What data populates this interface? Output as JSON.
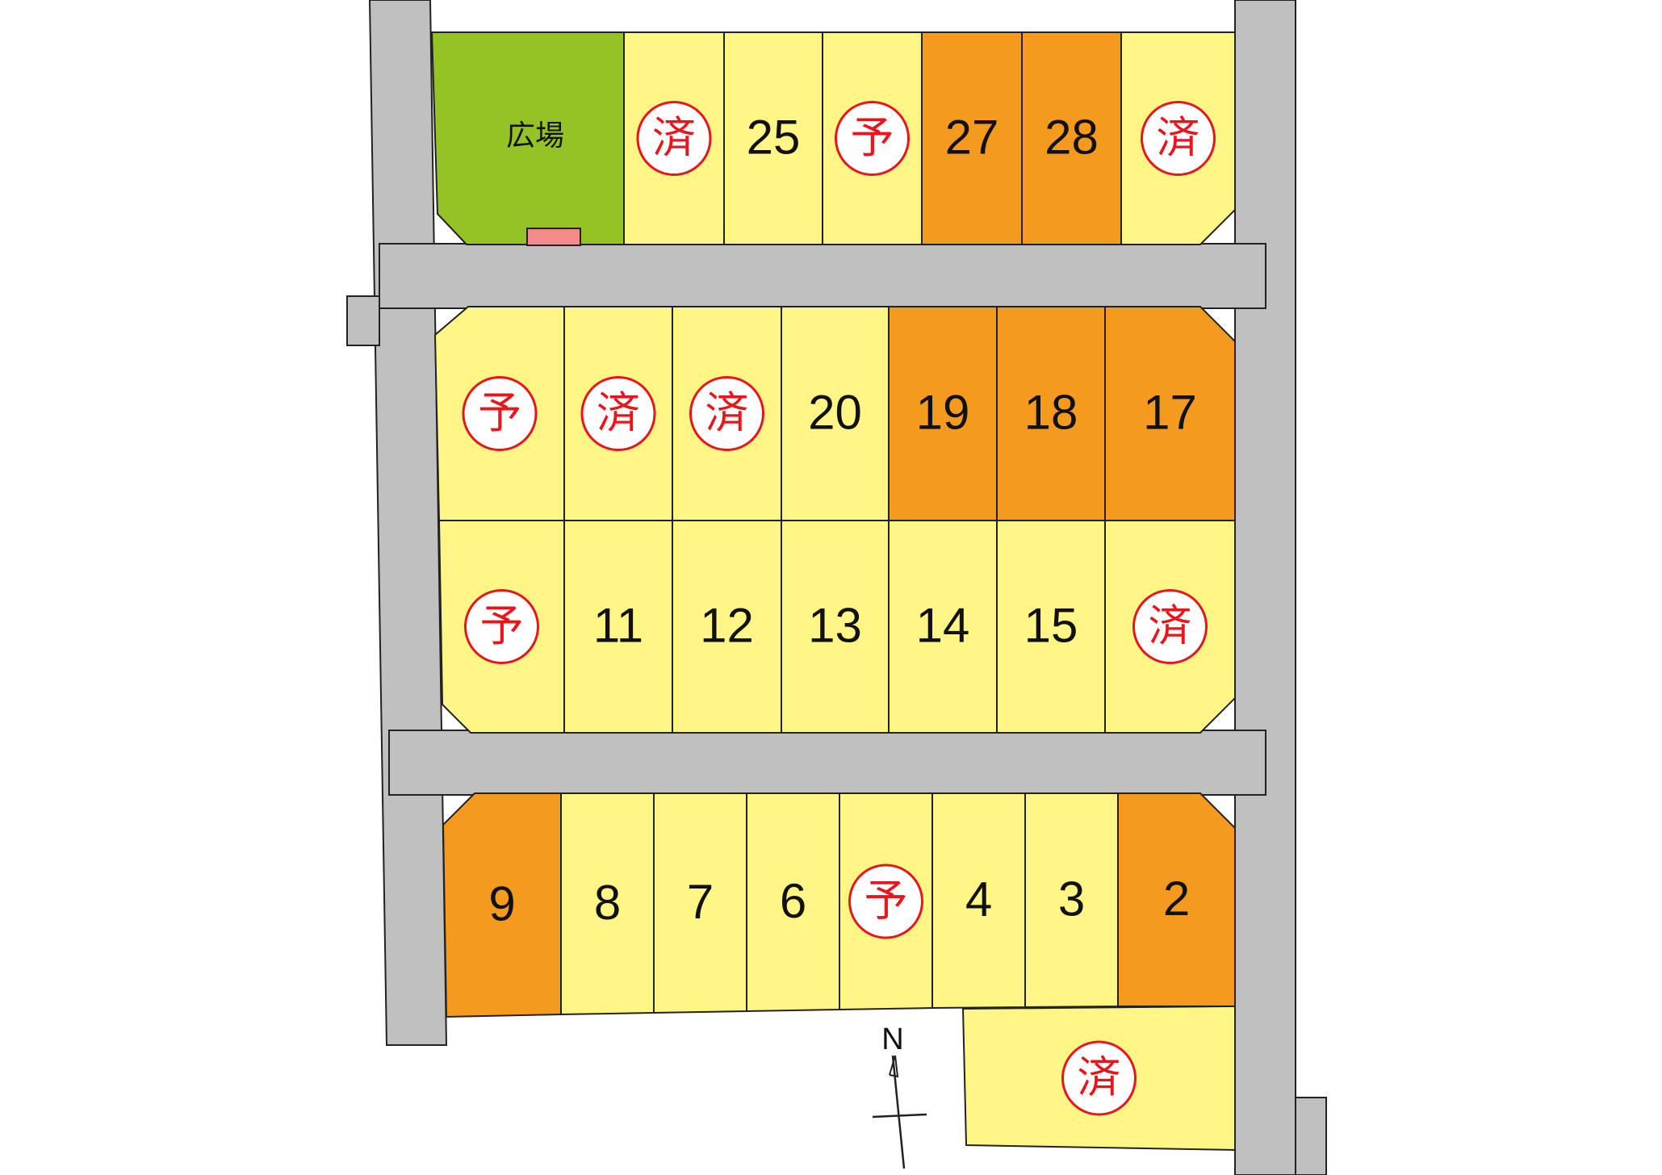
{
  "colors": {
    "road": "#c0c0c0",
    "road_edge": "#222222",
    "available": "#fff685",
    "featured": "#f39a1f",
    "plaza": "#95c224",
    "stamp": "#e8161c",
    "outline": "#222222",
    "feature_pink": "#f28b8b"
  },
  "stamp_labels": {
    "sold": "済",
    "reserved": "予"
  },
  "plaza": {
    "label": "広場",
    "icon": "plaza-marker-icon"
  },
  "compass": {
    "label": "N",
    "icon": "north-arrow-icon"
  },
  "lots": [
    {
      "id": "top-1",
      "status": "sold"
    },
    {
      "id": "25",
      "label": "25",
      "status": "available"
    },
    {
      "id": "top-3",
      "status": "reserved"
    },
    {
      "id": "27",
      "label": "27",
      "status": "featured"
    },
    {
      "id": "28",
      "label": "28",
      "status": "featured"
    },
    {
      "id": "top-6",
      "status": "sold"
    },
    {
      "id": "mid-1",
      "status": "reserved"
    },
    {
      "id": "mid-2",
      "status": "sold"
    },
    {
      "id": "mid-3",
      "status": "sold"
    },
    {
      "id": "20",
      "label": "20",
      "status": "available"
    },
    {
      "id": "19",
      "label": "19",
      "status": "featured"
    },
    {
      "id": "18",
      "label": "18",
      "status": "featured"
    },
    {
      "id": "17",
      "label": "17",
      "status": "featured"
    },
    {
      "id": "mid-8",
      "status": "reserved"
    },
    {
      "id": "11",
      "label": "11",
      "status": "available"
    },
    {
      "id": "12",
      "label": "12",
      "status": "available"
    },
    {
      "id": "13",
      "label": "13",
      "status": "available"
    },
    {
      "id": "14",
      "label": "14",
      "status": "available"
    },
    {
      "id": "15",
      "label": "15",
      "status": "available"
    },
    {
      "id": "mid-14",
      "status": "sold"
    },
    {
      "id": "9",
      "label": "9",
      "status": "featured"
    },
    {
      "id": "8",
      "label": "8",
      "status": "available"
    },
    {
      "id": "7",
      "label": "7",
      "status": "available"
    },
    {
      "id": "6",
      "label": "6",
      "status": "available"
    },
    {
      "id": "bot-5",
      "status": "reserved"
    },
    {
      "id": "4",
      "label": "4",
      "status": "available"
    },
    {
      "id": "3",
      "label": "3",
      "status": "available"
    },
    {
      "id": "2",
      "label": "2",
      "status": "featured"
    },
    {
      "id": "bot-extra",
      "status": "sold"
    }
  ]
}
